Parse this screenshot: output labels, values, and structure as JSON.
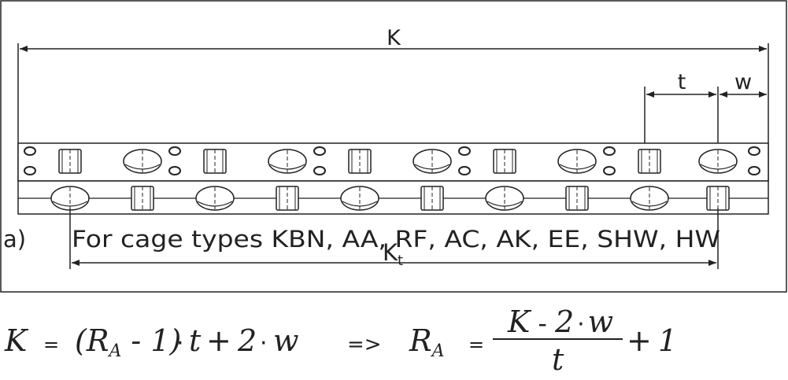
{
  "labels": {
    "K": "K",
    "t": "t",
    "w": "w",
    "a": "a)",
    "caption": "For cage types KBN, AA, RF, AC, AK, EE, SHW, HW",
    "Kt_main": "K",
    "Kt_sub": "t"
  },
  "formula": {
    "lhs_K": "K",
    "eq1": "=",
    "paren_open": "(",
    "R": "R",
    "sub_A": "A",
    "minus_one": " - 1)",
    "dot1": "·",
    "t1": "t",
    "plus1": "+",
    "two1": "2",
    "dot2": "·",
    "w1": "w",
    "implies": "=>",
    "R2": "R",
    "sub_A2": "A",
    "eq2": "=",
    "num_K": "K",
    "num_minus": "-",
    "num_two": "2",
    "num_dot": "·",
    "num_w": "w",
    "den_t": "t",
    "plus2": "+",
    "one": "1"
  },
  "colors": {
    "line": "#222222",
    "background": "#ffffff"
  }
}
